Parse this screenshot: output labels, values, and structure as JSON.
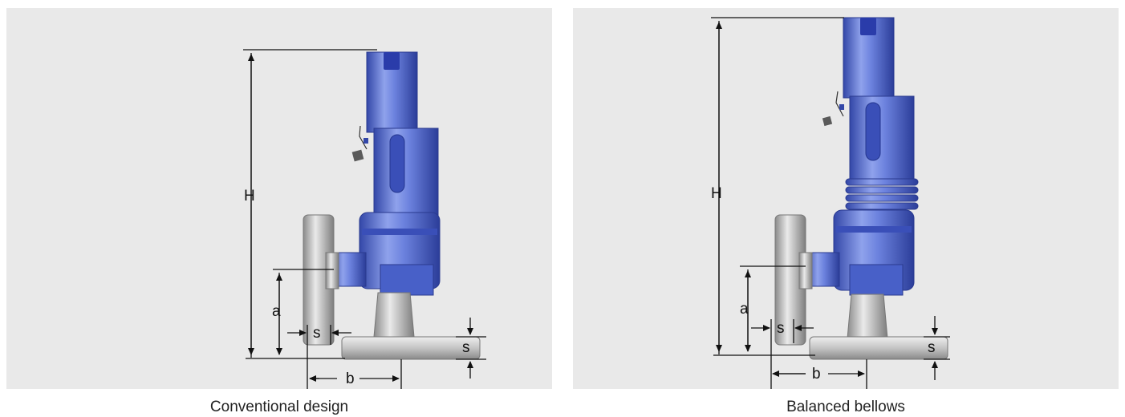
{
  "panels": [
    {
      "caption": "Conventional design",
      "labels": {
        "height": "H",
        "a": "a",
        "s_left": "s",
        "b": "b",
        "s_right": "s"
      }
    },
    {
      "caption": "Balanced bellows",
      "labels": {
        "height": "H",
        "a": "a",
        "s_left": "s",
        "b": "b",
        "s_right": "s"
      }
    }
  ],
  "colors": {
    "panel_bg": "#e9e9e9",
    "valve_blue": "#5b73d6",
    "valve_dark": "#3347a8",
    "flange_grey": "#b8b8b8",
    "dimension_line": "#111111"
  }
}
